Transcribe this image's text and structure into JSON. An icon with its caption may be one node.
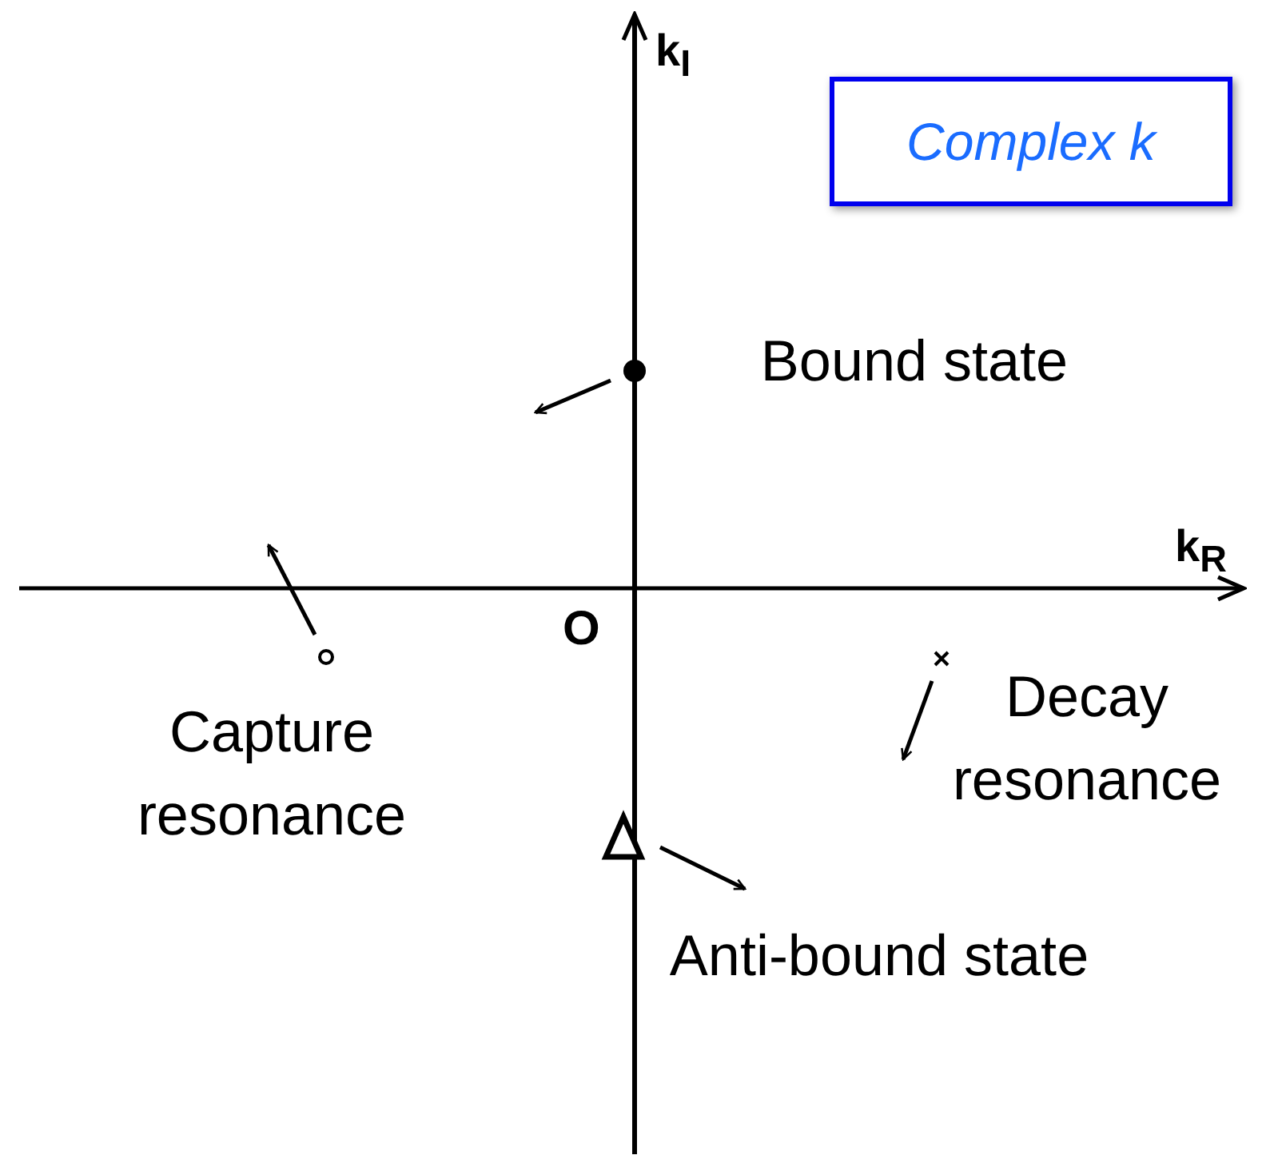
{
  "diagram": {
    "nodes": [
      {
        "text": [
          "Complex k"
        ]
      }
    ],
    "labels": [
      "k$_{I}$",
      "Bound state",
      "k$_{R}$",
      "O",
      "Capture resonance",
      "Decay resonance",
      "Anti-bound state"
    ]
  }
}
